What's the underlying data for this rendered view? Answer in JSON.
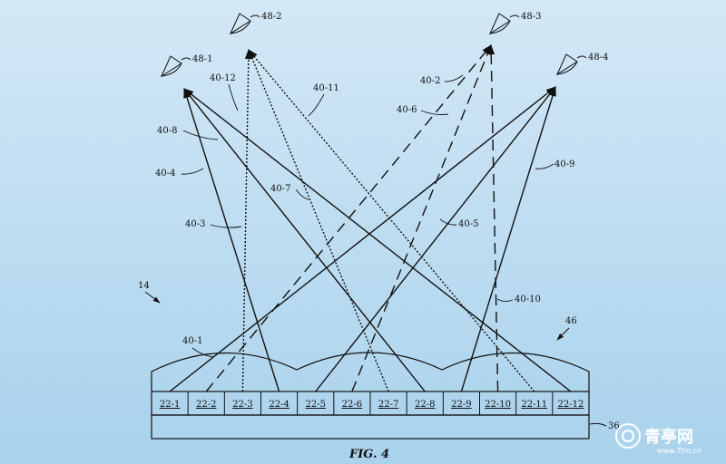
{
  "figure": {
    "caption": "FIG. 4",
    "device_label": "14",
    "lens_label": "46",
    "substrate_label": "36",
    "pixels": [
      "22-1",
      "22-2",
      "22-3",
      "22-4",
      "22-5",
      "22-6",
      "22-7",
      "22-8",
      "22-9",
      "22-10",
      "22-11",
      "22-12"
    ],
    "viewers": [
      "48-1",
      "48-2",
      "48-3",
      "48-4"
    ],
    "ray_labels": [
      "40-1",
      "40-2",
      "40-3",
      "40-4",
      "40-5",
      "40-6",
      "40-7",
      "40-8",
      "40-9",
      "40-10",
      "40-11",
      "40-12"
    ]
  },
  "watermark": {
    "brand": "青亭网",
    "url": "www.7tin.cn"
  }
}
